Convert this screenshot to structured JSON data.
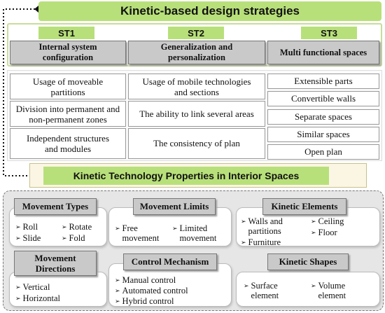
{
  "title": "Kinetic-based design strategies",
  "columns": [
    {
      "code": "ST1",
      "name": "Internal system configuration",
      "cells": [
        "Usage of moveable partitions",
        "Division into permanent and non-permanent zones",
        "Independent structures and modules"
      ]
    },
    {
      "code": "ST2",
      "name": "Generalization and personalization",
      "cells": [
        "Usage of mobile technologies and sections",
        "The ability to link several areas",
        "The consistency of plan"
      ]
    },
    {
      "code": "ST3",
      "name": "Multi functional spaces",
      "cells": [
        "Extensible parts",
        "Convertible walls",
        "Separate spaces",
        "Similar spaces",
        "Open plan"
      ]
    }
  ],
  "properties_title": "Kinetic Technology Properties in Interior Spaces",
  "bullet_glyph": "➢",
  "groups": {
    "movement_types": {
      "title": "Movement Types",
      "items": [
        "Roll",
        "Rotate",
        "Slide",
        "Fold"
      ]
    },
    "movement_limits": {
      "title": "Movement Limits",
      "items": [
        "Free movement",
        "Limited movement"
      ]
    },
    "kinetic_elements": {
      "title": "Kinetic Elements",
      "items": [
        "Walls and partitions",
        "Ceiling",
        "Floor",
        "Furniture"
      ]
    },
    "movement_directions": {
      "title": "Movement Directions",
      "items": [
        "Vertical",
        "Horizontal"
      ]
    },
    "control_mechanism": {
      "title": "Control Mechanism",
      "items": [
        "Manual control",
        "Automated control",
        "Hybrid control"
      ]
    },
    "kinetic_shapes": {
      "title": "Kinetic Shapes",
      "items": [
        "Surface element",
        "Volume element"
      ]
    }
  },
  "colors": {
    "accent_green": "#b8e07a",
    "header_gray": "#c9c9c9",
    "arrow": "#111111"
  }
}
